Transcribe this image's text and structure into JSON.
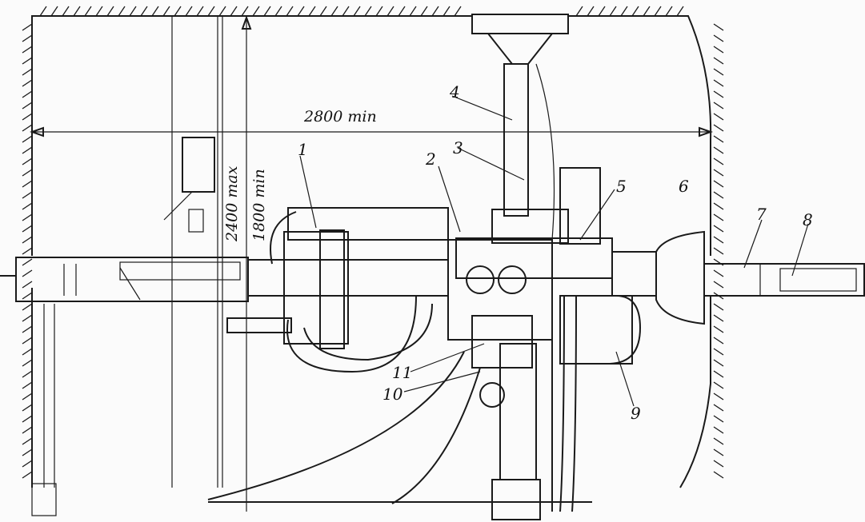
{
  "dimensions": {
    "width_label": "2800 min",
    "height_max_label": "2400 max",
    "height_min_label": "1800 min"
  },
  "callouts": [
    "1",
    "2",
    "3",
    "4",
    "5",
    "6",
    "7",
    "8",
    "9",
    "10",
    "11"
  ],
  "colors": {
    "ink": "#1a1a1a",
    "paper": "#fbfbfb"
  }
}
